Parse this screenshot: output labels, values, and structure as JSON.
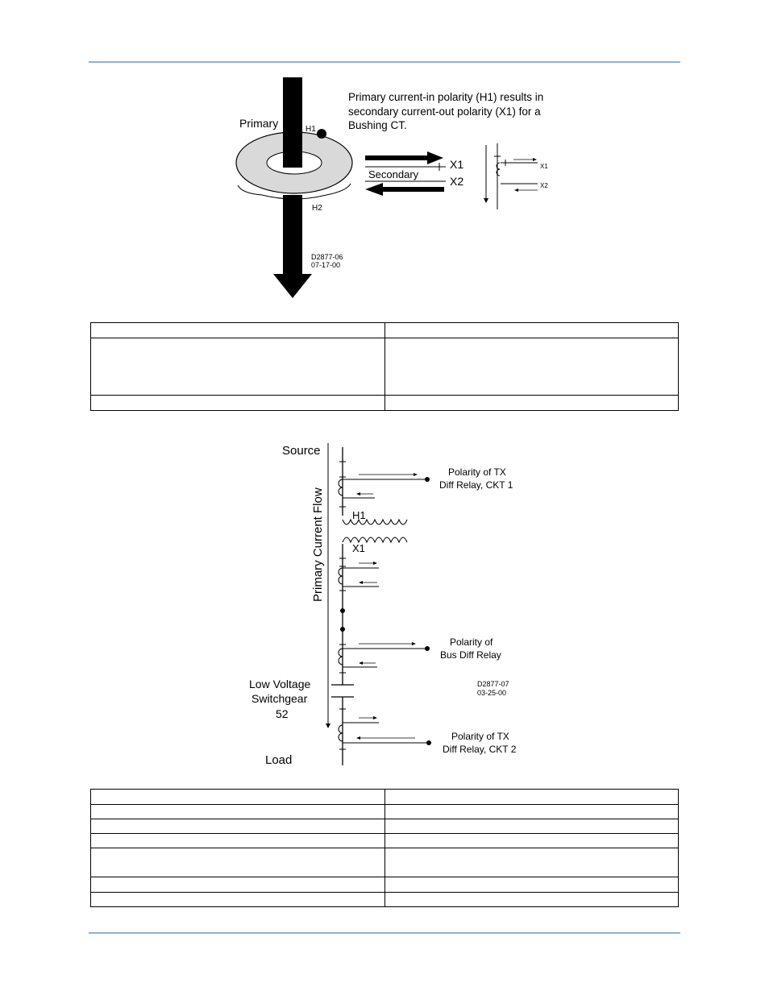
{
  "figure1": {
    "note_line1": "Primary current-in polarity (H1) results in",
    "note_line2": "secondary current-out polarity (X1) for a",
    "note_line3": "Bushing CT.",
    "primary_label": "Primary",
    "h1_label": "H1",
    "h2_label": "H2",
    "secondary_label": "Secondary",
    "x1_label": "X1",
    "x2_label": "X2",
    "schematic_x1": "X1",
    "schematic_x2": "X2",
    "drawing_number": "D2877-06",
    "drawing_date": "07-17-00"
  },
  "table1": {
    "row_heights": [
      19,
      71,
      19
    ]
  },
  "figure2": {
    "source_label": "Source",
    "load_label": "Load",
    "flow_label": "Primary Current Flow",
    "h1_label": "H1",
    "x1_label": "X1",
    "tx1_line1": "Polarity of TX",
    "tx1_line2": "Diff Relay, CKT 1",
    "bus_line1": "Polarity of",
    "bus_line2": "Bus Diff Relay",
    "lv_line1": "Low Voltage",
    "lv_line2": "Switchgear",
    "lv_line3": "52",
    "tx2_line1": "Polarity of TX",
    "tx2_line2": "Diff Relay, CKT 2",
    "drawing_number": "D2877-07",
    "drawing_date": "03-25-00"
  },
  "table2": {
    "row_heights": [
      19,
      18,
      18,
      18,
      36,
      19,
      18
    ]
  }
}
